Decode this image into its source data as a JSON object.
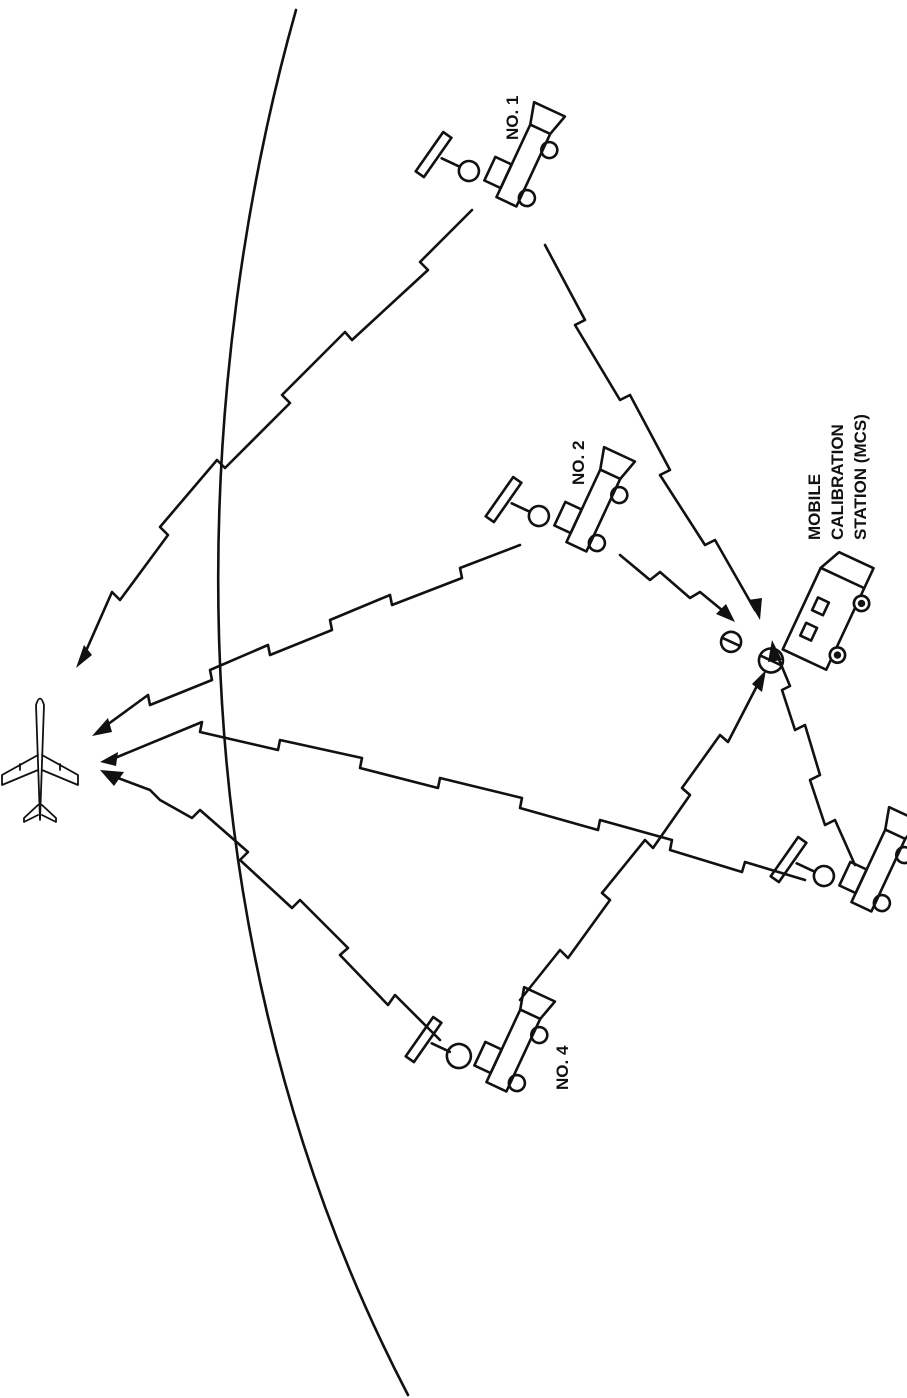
{
  "labels": {
    "station_1": "NO. 1",
    "station_2": "NO. 2",
    "station_4": "NO. 4",
    "mcs_line1": "MOBILE",
    "mcs_line2": "CALIBRATION",
    "mcs_line3": "STATION (MCS)"
  },
  "colors": {
    "ink": "#111111",
    "paper": "#ffffff"
  }
}
